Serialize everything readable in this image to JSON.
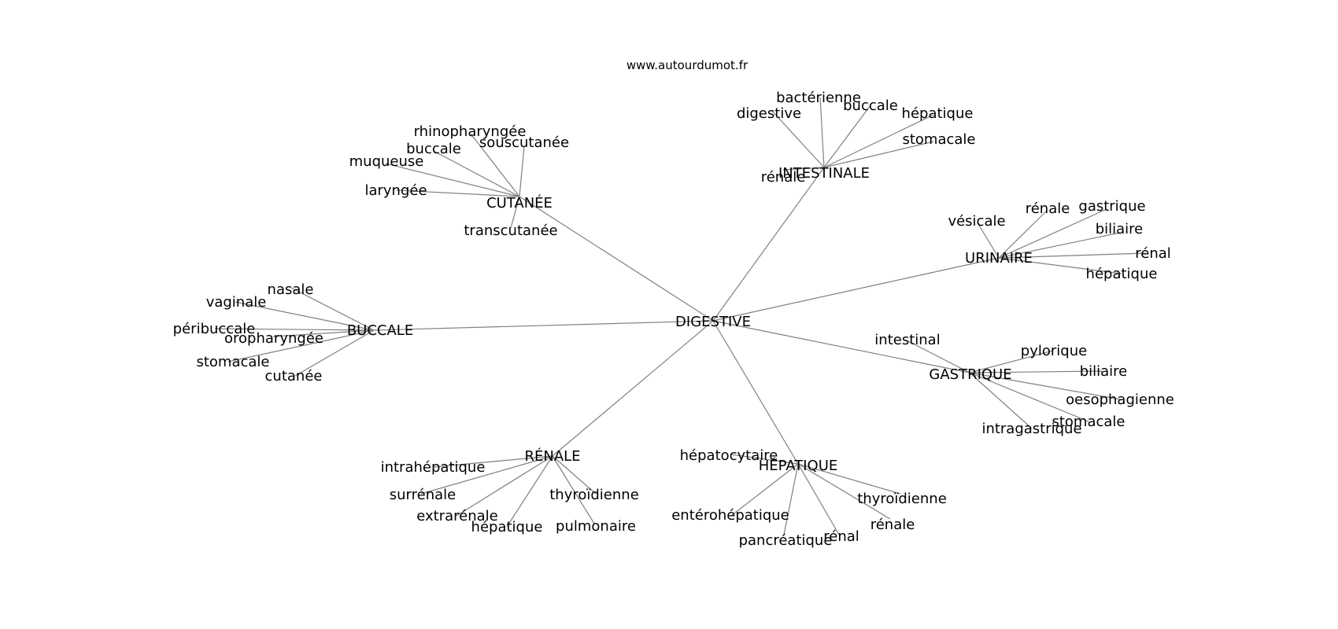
{
  "source": "www.autourdumot.fr",
  "graph": {
    "center": "DIGESTIVE",
    "groups": [
      {
        "label": "INTESTINALE",
        "leaves": [
          "bactérienne",
          "digestive",
          "buccale",
          "hépatique",
          "stomacale",
          "rénale"
        ]
      },
      {
        "label": "CUTANÉE",
        "leaves": [
          "rhinopharyngée",
          "souscutanée",
          "buccale",
          "muqueuse",
          "laryngée",
          "transcutanée"
        ]
      },
      {
        "label": "URINAIRE",
        "leaves": [
          "vésicale",
          "rénale",
          "gastrique",
          "biliaire",
          "rénal",
          "hépatique"
        ]
      },
      {
        "label": "BUCCALE",
        "leaves": [
          "nasale",
          "vaginale",
          "péribuccale",
          "oropharyngée",
          "stomacale",
          "cutanée"
        ]
      },
      {
        "label": "GASTRIQUE",
        "leaves": [
          "intestinal",
          "pylorique",
          "biliaire",
          "oesophagienne",
          "stomacale",
          "intragastrique"
        ]
      },
      {
        "label": "RÉNALE",
        "leaves": [
          "intrahépatique",
          "surrénale",
          "extrarénale",
          "hépatique",
          "thyroïdienne",
          "pulmonaire"
        ]
      },
      {
        "label": "HÉPATIQUE",
        "leaves": [
          "hépatocytaire",
          "entérohépatique",
          "pancréatique",
          "rénal",
          "rénale",
          "thyroïdienne"
        ]
      }
    ]
  }
}
